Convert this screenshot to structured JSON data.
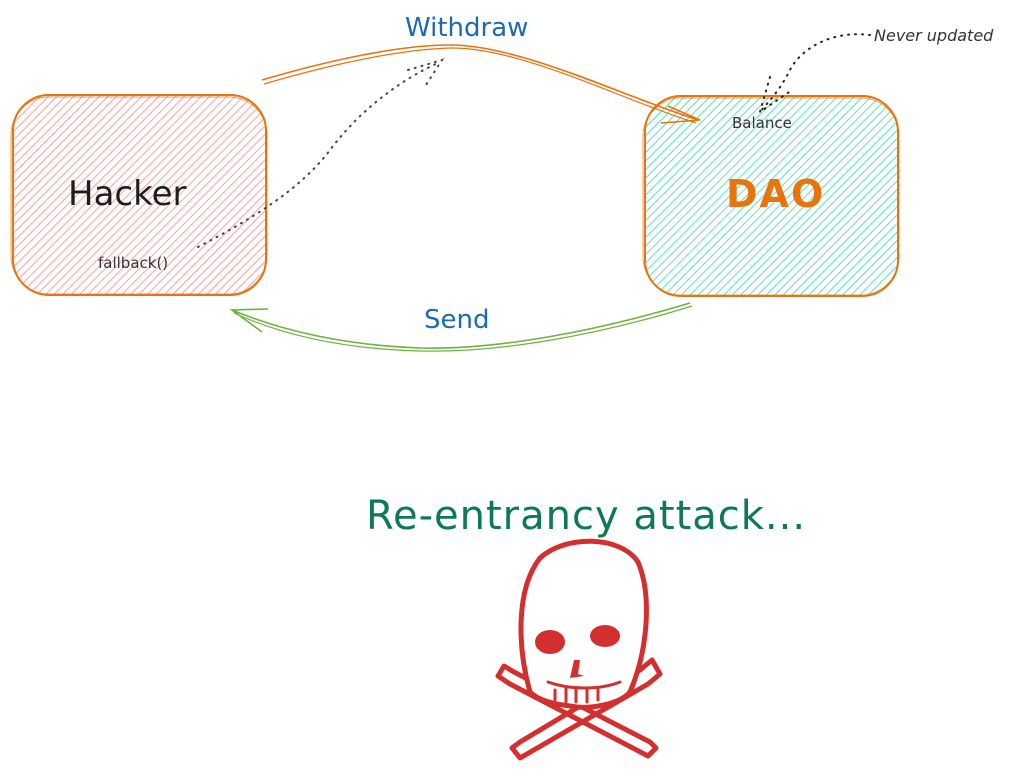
{
  "diagram": {
    "nodes": [
      {
        "id": "hacker",
        "label": "Hacker",
        "sub_label": "fallback()",
        "fill_color": "#ff8787",
        "stroke_color": "#e8730f"
      },
      {
        "id": "dao",
        "label": "DAO",
        "sub_label": "Balance",
        "fill_color": "#38d9a9",
        "stroke_color": "#e8730f",
        "label_color": "#e8730f"
      }
    ],
    "edges": [
      {
        "id": "withdraw",
        "from": "hacker",
        "to": "dao",
        "label": "Withdraw",
        "color": "#e8730f",
        "label_color": "#1c6ab2"
      },
      {
        "id": "send",
        "from": "dao",
        "to": "hacker",
        "label": "Send",
        "color": "#6cb33f",
        "label_color": "#1c6ab2"
      }
    ],
    "annotations": [
      {
        "id": "never-updated",
        "text": "Never updated",
        "points_to": "Balance",
        "style": "dotted"
      },
      {
        "id": "fallback-reentry",
        "points_from": "fallback()",
        "points_to": "Withdraw",
        "style": "dotted"
      }
    ],
    "headline": {
      "text": "Re-entrancy attack...",
      "color": "#0b7a55"
    },
    "icon": {
      "name": "skull-and-crossbones",
      "color": "#d32f2f"
    }
  }
}
